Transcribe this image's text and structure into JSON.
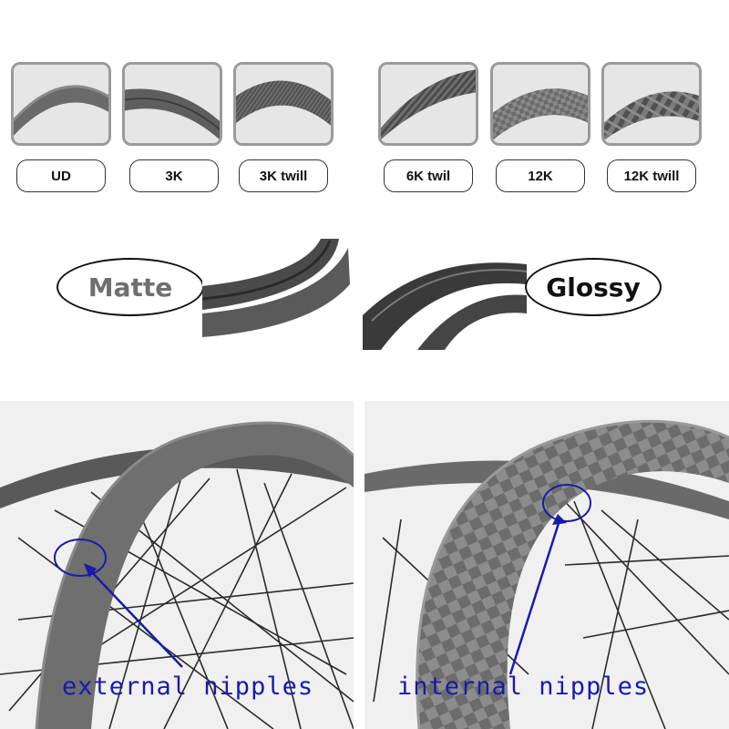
{
  "weave_options": [
    {
      "label": "UD",
      "pattern": "ud-pattern"
    },
    {
      "label": "3K",
      "pattern": "3k-pattern"
    },
    {
      "label": "3K twill",
      "pattern": "3k-twill-pattern"
    },
    {
      "label": "6K twil",
      "pattern": "6k-twill-pattern"
    },
    {
      "label": "12K",
      "pattern": "12k-pattern"
    },
    {
      "label": "12K twill",
      "pattern": "12k-twill-pattern"
    }
  ],
  "finish": {
    "matte_label": "Matte",
    "glossy_label": "Glossy",
    "matte_color": "#6f6f6f",
    "glossy_color": "#111111"
  },
  "photos": {
    "external_label": "external nipples",
    "internal_label": "internal nipples",
    "callout_color": "#1a1aa8"
  }
}
